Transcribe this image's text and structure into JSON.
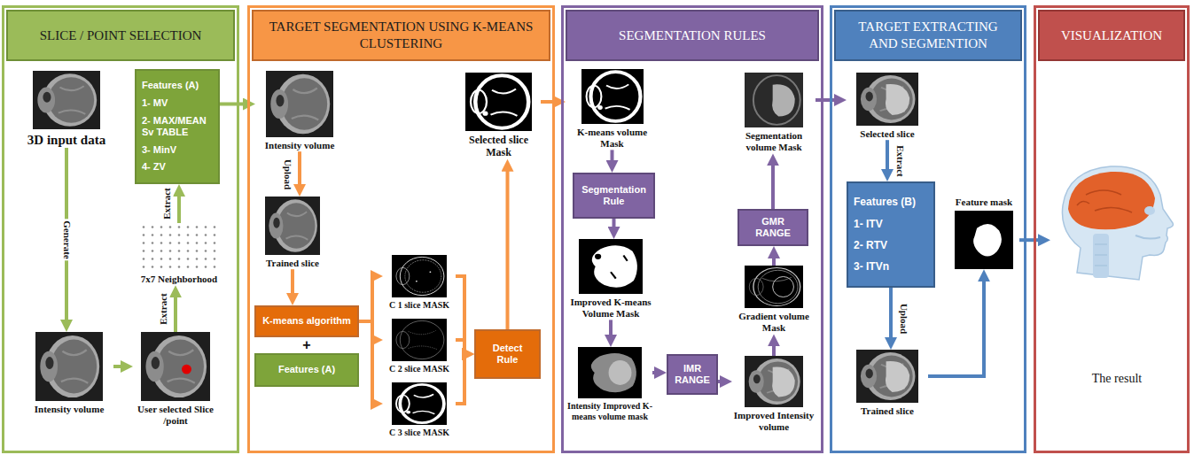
{
  "diagram": {
    "nodes": [
      {
        "text": [
          "SLICE / POINT SELECTION"
        ]
      },
      {
        "text": [
          "3D input data"
        ],
        "in": 0
      },
      {
        "text": [
          "Features (A)",
          "1- MV",
          "2- MAX/MEAN Sv TABLE",
          "3- MinV",
          "4- ZV"
        ],
        "in": 0
      },
      {
        "text": [
          "7x7 Neighborhood"
        ],
        "in": 0
      },
      {
        "text": [
          "Intensity volume"
        ],
        "in": 0
      },
      {
        "text": [
          "User selected Slice /point"
        ],
        "in": 0
      },
      {
        "text": [
          "TARGET SEGMENTATION USING K-MEANS CLUSTERING"
        ]
      },
      {
        "text": [
          "Intensity volume"
        ],
        "in": 6
      },
      {
        "text": [
          "Selected slice Mask"
        ],
        "in": 6
      },
      {
        "text": [
          "Trained slice"
        ],
        "in": 6
      },
      {
        "text": [
          "K-means algorithm"
        ],
        "in": 6
      },
      {
        "text": [
          "Features (A)"
        ],
        "in": 6
      },
      {
        "text": [
          "C 1 slice MASK"
        ],
        "in": 6
      },
      {
        "text": [
          "C 2 slice MASK"
        ],
        "in": 6
      },
      {
        "text": [
          "Detect Rule"
        ],
        "in": 6
      },
      {
        "text": [
          "C 3 slice MASK"
        ],
        "in": 6
      },
      {
        "text": [
          "SEGMENTATION RULES"
        ]
      },
      {
        "text": [
          "K-means volume Mask"
        ],
        "in": 16
      },
      {
        "text": [
          "Segmentation volume Mask"
        ],
        "in": 16
      },
      {
        "text": [
          "Segmentation Rule"
        ],
        "in": 16
      },
      {
        "text": [
          "GMR RANGE"
        ],
        "in": 16
      },
      {
        "text": [
          "Improved K-means Volume Mask"
        ],
        "in": 16
      },
      {
        "text": [
          "Gradient volume Mask"
        ],
        "in": 16
      },
      {
        "text": [
          "Intensity Improved K-means volume mask"
        ],
        "in": 16
      },
      {
        "text": [
          "IMR RANGE"
        ],
        "in": 16
      },
      {
        "text": [
          "Improved Intensity volume"
        ],
        "in": 16
      },
      {
        "text": [
          "TARGET EXTRACTING AND SEGMENTION"
        ]
      },
      {
        "text": [
          "Selected slice"
        ],
        "in": 26
      },
      {
        "text": [
          "Features (B)",
          "1- ITV",
          "2- RTV",
          "3- ITVn"
        ],
        "in": 26
      },
      {
        "text": [
          "Feature mask"
        ],
        "in": 26
      },
      {
        "text": [
          "Trained slice"
        ],
        "in": 26
      },
      {
        "text": [
          "VISUALIZATION"
        ]
      },
      {
        "text": [
          "The result"
        ],
        "in": 31
      }
    ],
    "edges": [
      {
        "from": 1,
        "to": 4,
        "arrow": "to",
        "label": "Generate"
      },
      {
        "from": 4,
        "to": 5,
        "arrow": "to"
      },
      {
        "from": 5,
        "to": 3,
        "arrow": "to",
        "label": "Extract"
      },
      {
        "from": 3,
        "to": 2,
        "arrow": "to",
        "label": "Extract"
      },
      {
        "from": 2,
        "to": 7,
        "arrow": "to"
      },
      {
        "from": 7,
        "to": 9,
        "arrow": "to",
        "label": "Upload"
      },
      {
        "from": 9,
        "to": 10,
        "arrow": "to"
      },
      {
        "from": 10,
        "to": 12,
        "arrow": "to"
      },
      {
        "from": 10,
        "to": 13,
        "arrow": "to"
      },
      {
        "from": 10,
        "to": 15,
        "arrow": "to"
      },
      {
        "from": 12,
        "to": 14,
        "arrow": "to"
      },
      {
        "from": 13,
        "to": 14,
        "arrow": "to"
      },
      {
        "from": 15,
        "to": 14,
        "arrow": "to"
      },
      {
        "from": 14,
        "to": 8,
        "arrow": "to"
      },
      {
        "from": 8,
        "to": 17,
        "arrow": "to"
      },
      {
        "from": 17,
        "to": 19,
        "arrow": "to"
      },
      {
        "from": 19,
        "to": 21,
        "arrow": "to"
      },
      {
        "from": 21,
        "to": 23,
        "arrow": "to"
      },
      {
        "from": 23,
        "to": 24,
        "arrow": "to"
      },
      {
        "from": 24,
        "to": 25,
        "arrow": "to"
      },
      {
        "from": 25,
        "to": 22,
        "arrow": "to"
      },
      {
        "from": 22,
        "to": 20,
        "arrow": "to"
      },
      {
        "from": 20,
        "to": 18,
        "arrow": "to"
      },
      {
        "from": 18,
        "to": 27,
        "arrow": "to"
      },
      {
        "from": 27,
        "to": 28,
        "arrow": "to",
        "label": "Extract"
      },
      {
        "from": 28,
        "to": 30,
        "arrow": "to",
        "label": "Upload"
      },
      {
        "from": 30,
        "to": 29,
        "arrow": "to"
      },
      {
        "from": 29,
        "to": 32,
        "arrow": "to"
      }
    ],
    "labels": [
      "+"
    ]
  }
}
